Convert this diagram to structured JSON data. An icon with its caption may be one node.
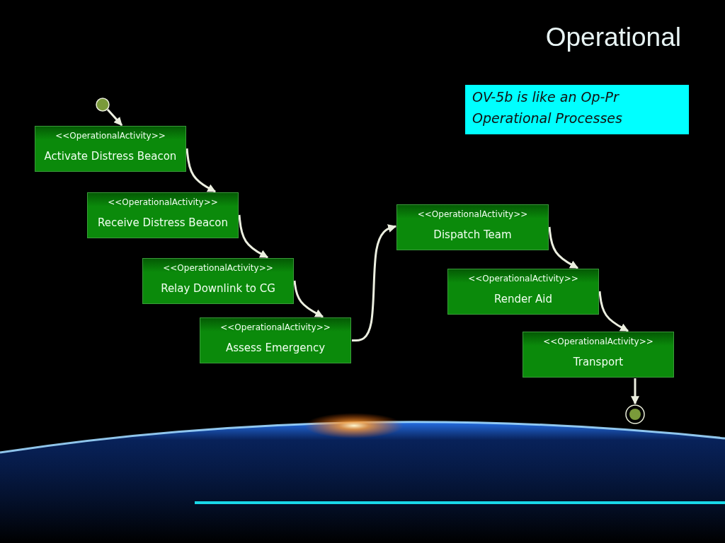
{
  "diagram": {
    "title": "Operational",
    "nodes": [
      {
        "text": [],
        "shape": "circle"
      },
      {
        "text": [
          "<<OperationalActivity>>",
          "Activate Distress Beacon"
        ]
      },
      {
        "text": [
          "<<OperationalActivity>>",
          "Receive Distress Beacon"
        ]
      },
      {
        "text": [
          "<<OperationalActivity>>",
          "Relay Downlink to CG"
        ]
      },
      {
        "text": [
          "<<OperationalActivity>>",
          "Assess Emergency"
        ]
      },
      {
        "text": [
          "<<OperationalActivity>>",
          "Dispatch Team"
        ]
      },
      {
        "text": [
          "<<OperationalActivity>>",
          "Render Aid"
        ]
      },
      {
        "text": [
          "<<OperationalActivity>>",
          "Transport"
        ]
      },
      {
        "text": [],
        "shape": "circle"
      },
      {
        "text": [
          "OV-5b is like an Op-Pr Operational Processes"
        ]
      }
    ],
    "edges": [
      {
        "from": 0,
        "to": 1,
        "arrow": "to"
      },
      {
        "from": 1,
        "to": 2,
        "arrow": "to"
      },
      {
        "from": 2,
        "to": 3,
        "arrow": "to"
      },
      {
        "from": 3,
        "to": 4,
        "arrow": "to"
      },
      {
        "from": 4,
        "to": 5,
        "arrow": "to"
      },
      {
        "from": 5,
        "to": 6,
        "arrow": "to"
      },
      {
        "from": 6,
        "to": 7,
        "arrow": "to"
      },
      {
        "from": 7,
        "to": 8,
        "arrow": "to"
      }
    ]
  }
}
